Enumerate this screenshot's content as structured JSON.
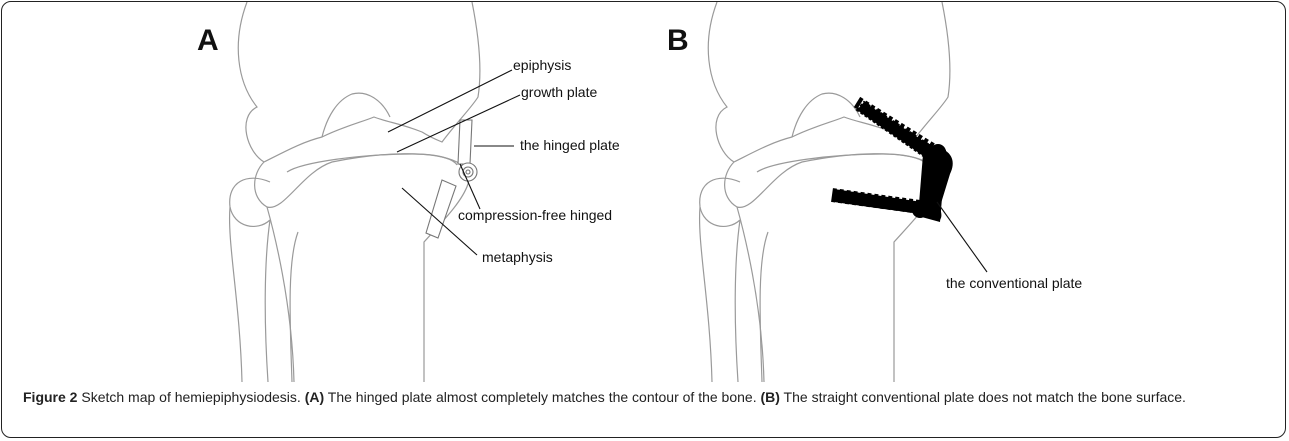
{
  "figure": {
    "panel_a": {
      "letter": "A",
      "labels": {
        "epiphysis": "epiphysis",
        "growth_plate": "growth plate",
        "hinged_plate": "the hinged plate",
        "compression_free": "compression-free hinged",
        "metaphysis": "metaphysis"
      }
    },
    "panel_b": {
      "letter": "B",
      "labels": {
        "conventional_plate": "the conventional plate"
      }
    }
  },
  "caption": {
    "figure_label": "Figure 2",
    "title": " Sketch map of hemiepiphysiodesis. ",
    "a_tag": "(A)",
    "a_text": " The hinged plate almost completely matches the contour of the bone. ",
    "b_tag": "(B)",
    "b_text": " The straight conventional plate does not match the bone surface."
  }
}
